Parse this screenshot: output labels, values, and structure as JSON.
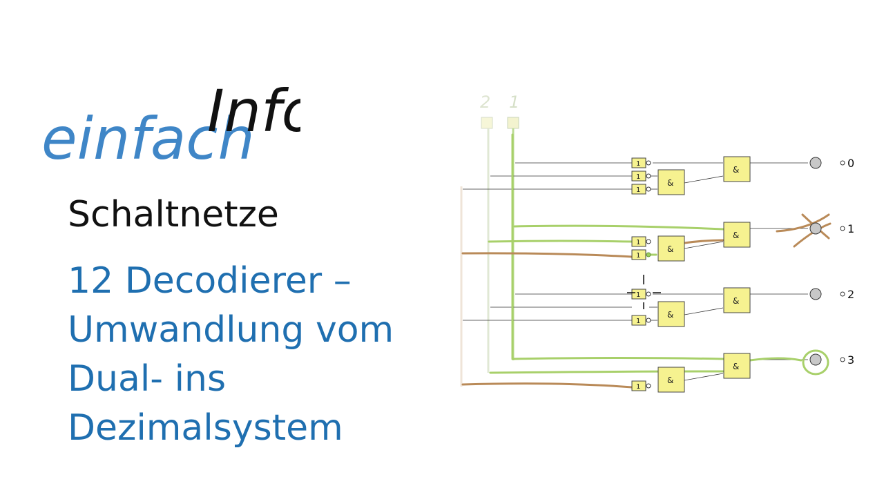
{
  "logo": {
    "part1": "einfach",
    "part2": "Info"
  },
  "title": "Schaltnetze",
  "subtitle": {
    "line1": "12 Decodierer –",
    "line2": "Umwandlung vom",
    "line3": "Dual- ins",
    "line4": "Dezimalsystem"
  },
  "circuit": {
    "inputs": [
      "2",
      "1"
    ],
    "not_symbol": "1",
    "and_symbol": "&",
    "outputs": [
      "0",
      "1",
      "2",
      "3"
    ],
    "colors": {
      "green": "#a8d06a",
      "brown": "#b98a58",
      "gate_fill": "#f6f290"
    }
  }
}
